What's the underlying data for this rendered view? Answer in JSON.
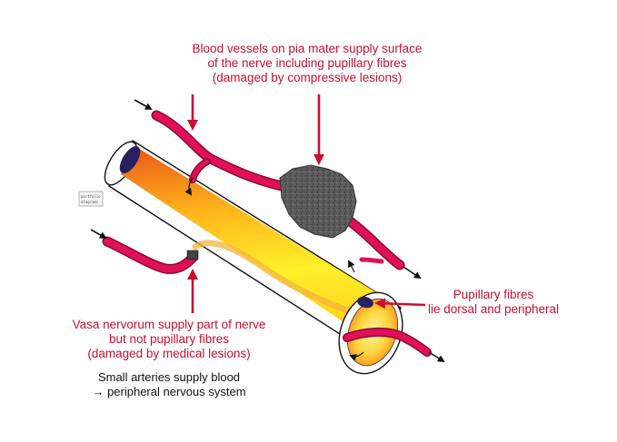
{
  "colors": {
    "annotation": "#c8102e",
    "vessel": "#e0105a",
    "nerve_core": "#ffd700",
    "nerve_edge": "#f07a10",
    "lesion": "#555555"
  },
  "labels": {
    "pia_vessels": [
      "Blood vessels on pia mater supply surface",
      "of the nerve including pupillary fibres",
      "(damaged by compressive lesions)"
    ],
    "pupillary_fibres": [
      "Pupillary fibres",
      "lie dorsal and peripheral"
    ],
    "vasa_nervorum": [
      "Vasa nervorum supply part of nerve",
      "but not pupillary fibres",
      "(damaged by medical lesions)"
    ],
    "caption": [
      "Small arteries supply blood",
      "→ peripheral nervous system"
    ]
  },
  "stamp": [
    "portfolio",
    "diagrams"
  ],
  "icons": {
    "flow_arrow": "arrowhead",
    "lesion": "compressive-lesion-rock"
  }
}
